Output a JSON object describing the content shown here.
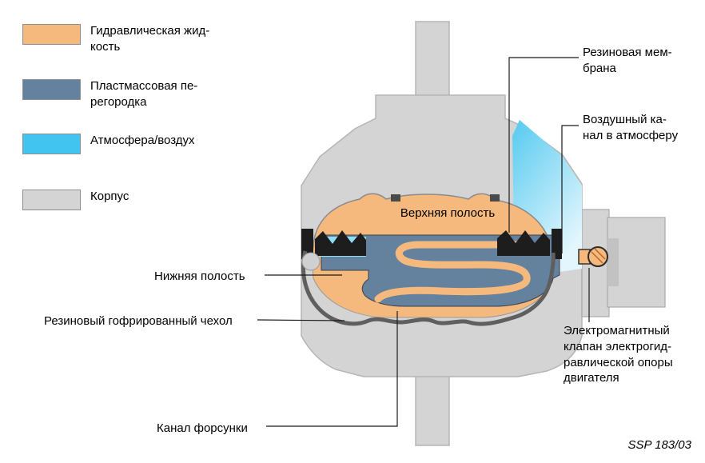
{
  "legend": {
    "items": [
      {
        "name": "hydraulic-fluid",
        "label": "Гидравлическая жид-\nкость",
        "color": "#F5B97E"
      },
      {
        "name": "plastic-partition",
        "label": "Пластмассовая пе-\nрегородка",
        "color": "#64819E"
      },
      {
        "name": "atmosphere-air",
        "label": "Атмосфера/воздух",
        "color": "#41C4EF"
      },
      {
        "name": "housing",
        "label": "Корпус",
        "color": "#D4D4D4"
      }
    ]
  },
  "diagram_labels": {
    "rubber_membrane": "Резиновая мем-\nбрана",
    "air_channel": "Воздушный ка-\nнал в атмосферу",
    "upper_chamber": "Верхняя полость",
    "lower_chamber": "Нижняя полость",
    "rubber_boot": "Резиновый гофрированный чехол",
    "solenoid_valve": "Электромагнитный\nклапан электрогид-\nравлической опоры\nдвигателя",
    "nozzle_channel": "Канал форсунки"
  },
  "footer": {
    "code": "SSP 183/03"
  },
  "colors": {
    "outline": "#1A1A1A",
    "boot": "#5F5F5F",
    "membrane": "#1D1D1D",
    "air_pocket": "#8FDCF6",
    "air_light": "#E3F6FD",
    "housing_edge": "#B5B5B5"
  }
}
